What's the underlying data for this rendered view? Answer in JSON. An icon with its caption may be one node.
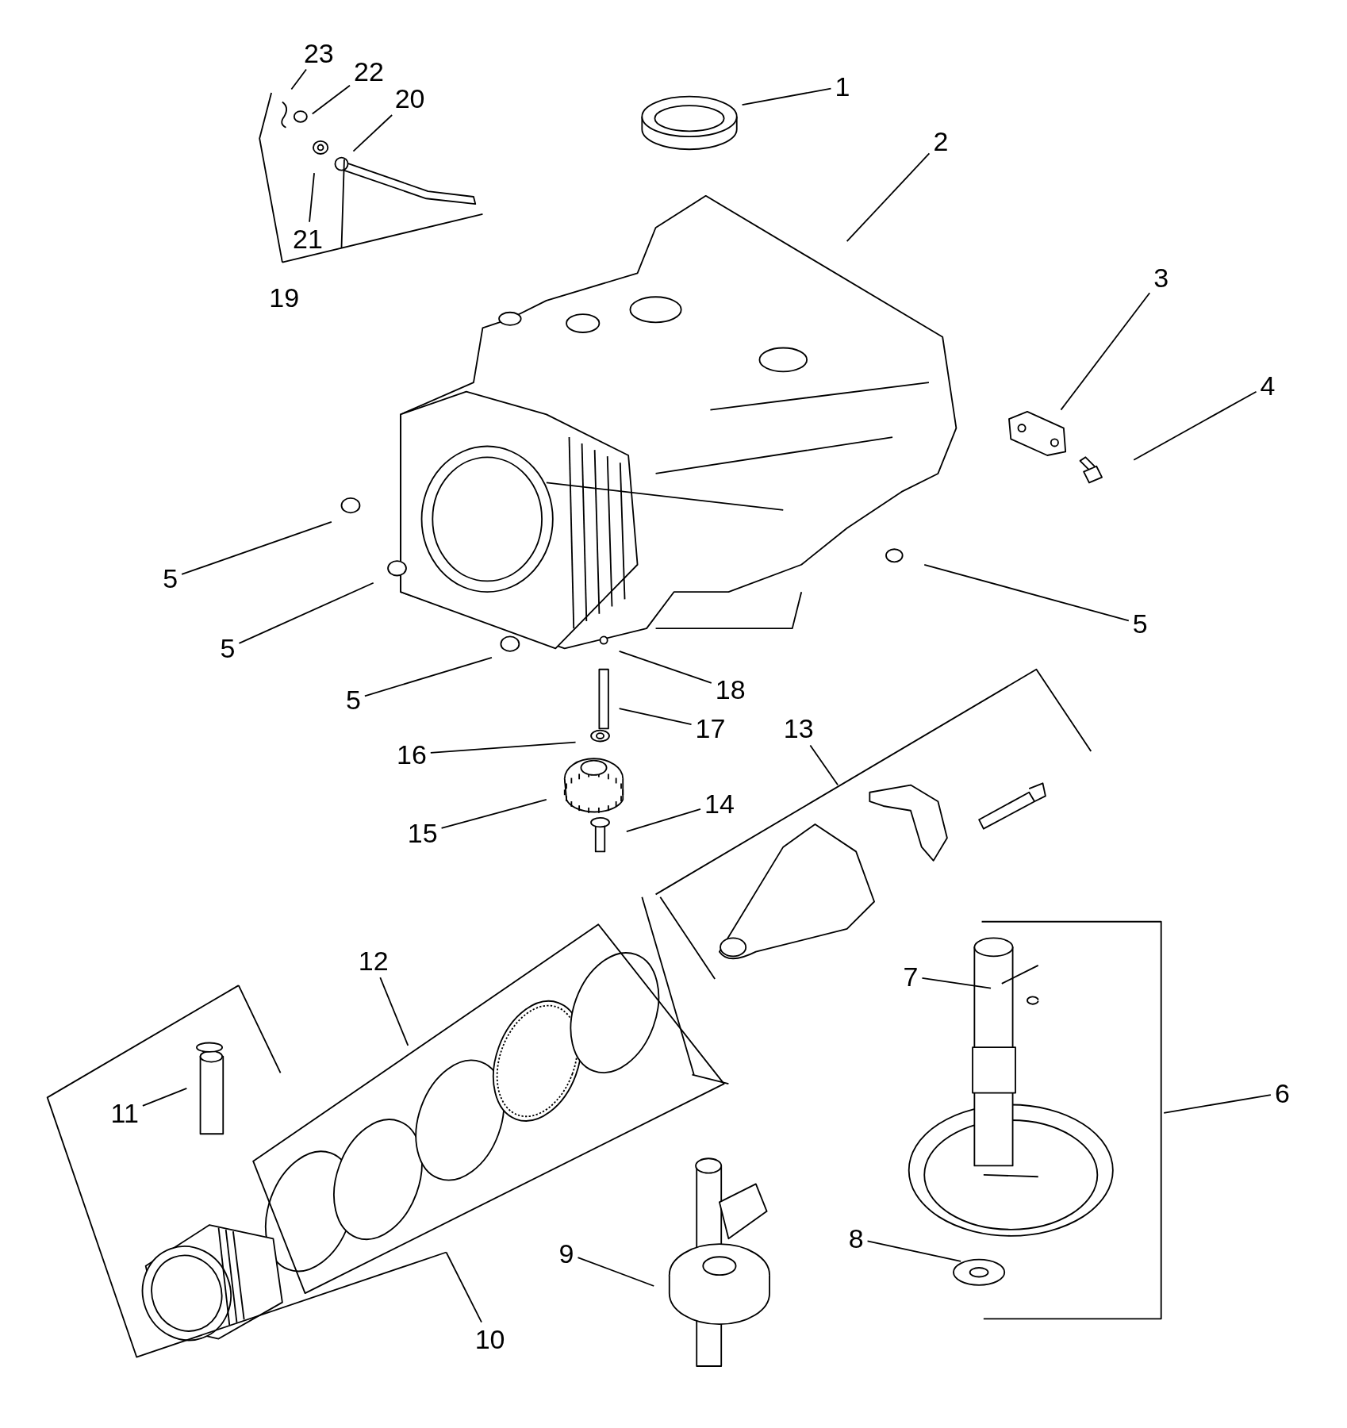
{
  "diagram": {
    "nodes": [
      {
        "text": [
          "23"
        ]
      },
      {
        "text": [
          "22"
        ]
      },
      {
        "text": [
          "1"
        ]
      },
      {
        "text": [
          "20"
        ]
      },
      {
        "text": [
          "2"
        ]
      },
      {
        "text": [
          "21"
        ]
      },
      {
        "text": [
          "3"
        ]
      },
      {
        "text": [
          "4"
        ]
      },
      {
        "text": [
          "5"
        ]
      },
      {
        "text": [
          "5"
        ]
      },
      {
        "text": [
          "5"
        ]
      },
      {
        "text": [
          "18"
        ]
      },
      {
        "text": [
          "5"
        ]
      },
      {
        "text": [
          "17"
        ]
      },
      {
        "text": [
          "13"
        ]
      },
      {
        "text": [
          "16"
        ]
      },
      {
        "text": [
          "14"
        ]
      },
      {
        "text": [
          "15"
        ]
      },
      {
        "text": [
          "12"
        ]
      },
      {
        "text": [
          "7"
        ]
      },
      {
        "text": [
          "6"
        ]
      },
      {
        "text": [
          "11"
        ]
      },
      {
        "text": [
          "8"
        ]
      },
      {
        "text": [
          "9"
        ]
      },
      {
        "text": [
          "10"
        ]
      }
    ],
    "edges": [
      {
        "from": 0,
        "to": null,
        "arrow": "none"
      },
      {
        "from": 1,
        "to": null,
        "arrow": "none"
      },
      {
        "from": 2,
        "to": null,
        "arrow": "none"
      },
      {
        "from": 3,
        "to": null,
        "arrow": "none"
      },
      {
        "from": 4,
        "to": null,
        "arrow": "none"
      },
      {
        "from": 5,
        "to": null,
        "arrow": "none"
      },
      {
        "from": 6,
        "to": null,
        "arrow": "none"
      },
      {
        "from": 7,
        "to": null,
        "arrow": "none"
      },
      {
        "from": 8,
        "to": null,
        "arrow": "none"
      },
      {
        "from": 9,
        "to": null,
        "arrow": "none"
      },
      {
        "from": 10,
        "to": null,
        "arrow": "none"
      },
      {
        "from": 11,
        "to": null,
        "arrow": "none"
      },
      {
        "from": 12,
        "to": null,
        "arrow": "none"
      },
      {
        "from": 13,
        "to": null,
        "arrow": "none"
      },
      {
        "from": 14,
        "to": null,
        "arrow": "none"
      },
      {
        "from": 15,
        "to": null,
        "arrow": "none"
      },
      {
        "from": 16,
        "to": null,
        "arrow": "none"
      },
      {
        "from": 17,
        "to": null,
        "arrow": "none"
      },
      {
        "from": 18,
        "to": null,
        "arrow": "none"
      },
      {
        "from": 19,
        "to": null,
        "arrow": "none"
      },
      {
        "from": 20,
        "to": null,
        "arrow": "none"
      },
      {
        "from": 21,
        "to": null,
        "arrow": "none"
      },
      {
        "from": 22,
        "to": null,
        "arrow": "none"
      },
      {
        "from": 23,
        "to": null,
        "arrow": "none"
      },
      {
        "from": 24,
        "to": null,
        "arrow": "none"
      }
    ],
    "labels": [
      "19"
    ]
  }
}
